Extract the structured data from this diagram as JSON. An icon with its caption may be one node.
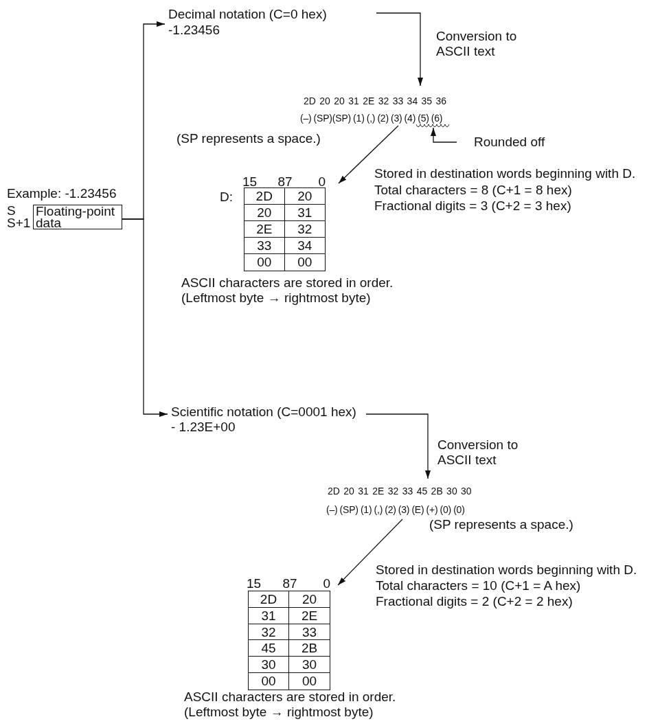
{
  "diagram": {
    "nodes": [
      {
        "text": [
          "Floating-point data"
        ],
        "beside": [
          "Example: -1.23456",
          "S",
          "S+1"
        ]
      },
      {
        "text": [
          "Decimal notation (C=0 hex)",
          "-1.23456"
        ]
      },
      {
        "text": [
          "2D 20 20 31 2E 32 33 34 35 36",
          "(–) (SP)(SP) (1) (,) (2) (3) (4) (5) (6)"
        ]
      },
      {
        "text": [],
        "shape": "wave"
      },
      {
        "text": [
          "Rounded off"
        ]
      },
      {
        "text": [
          "2D",
          "20",
          "20",
          "31",
          "2E",
          "32",
          "33",
          "34",
          "00",
          "00"
        ],
        "beside": [
          "15",
          "87",
          "0",
          "D:",
          "ASCII characters are stored in order.",
          "(Leftmost byte → rightmost byte)"
        ]
      },
      {
        "text": [
          "Scientific notation (C=0001 hex)",
          "- 1.23E+00"
        ]
      },
      {
        "text": [
          "2D 20 31 2E 32 33 45 2B 30 30",
          "(–) (SP) (1) (,) (2) (3) (E) (+) (0) (0)"
        ]
      },
      {
        "text": [
          "2D",
          "20",
          "31",
          "2E",
          "32",
          "33",
          "45",
          "2B",
          "30",
          "30",
          "00",
          "00"
        ],
        "beside": [
          "15",
          "87",
          "0",
          "ASCII characters are stored in order.",
          "(Leftmost byte → rightmost byte)"
        ]
      }
    ],
    "edges": [
      {
        "from": 0,
        "to": 1,
        "arrow": "to"
      },
      {
        "from": 0,
        "to": 6,
        "arrow": "to"
      },
      {
        "from": 1,
        "to": 2,
        "arrow": "to",
        "label": "Conversion to ASCII text"
      },
      {
        "from": 2,
        "to": 5,
        "arrow": "to"
      },
      {
        "from": 4,
        "to": 3,
        "arrow": "to"
      },
      {
        "from": 6,
        "to": 7,
        "arrow": "to",
        "label": "Conversion to ASCII text"
      },
      {
        "from": 7,
        "to": 8,
        "arrow": "to"
      }
    ],
    "labels": [
      "(SP represents a space.)",
      "Stored in destination words beginning with D.",
      "Total characters = 8 (C+1 = 8 hex)",
      "Fractional digits = 3 (C+2 = 3 hex)",
      "(SP represents a space.)",
      "Stored in destination words beginning with D.",
      "Total characters = 10 (C+1 = A hex)",
      "Fractional digits = 2 (C+2 = 2 hex)"
    ]
  }
}
